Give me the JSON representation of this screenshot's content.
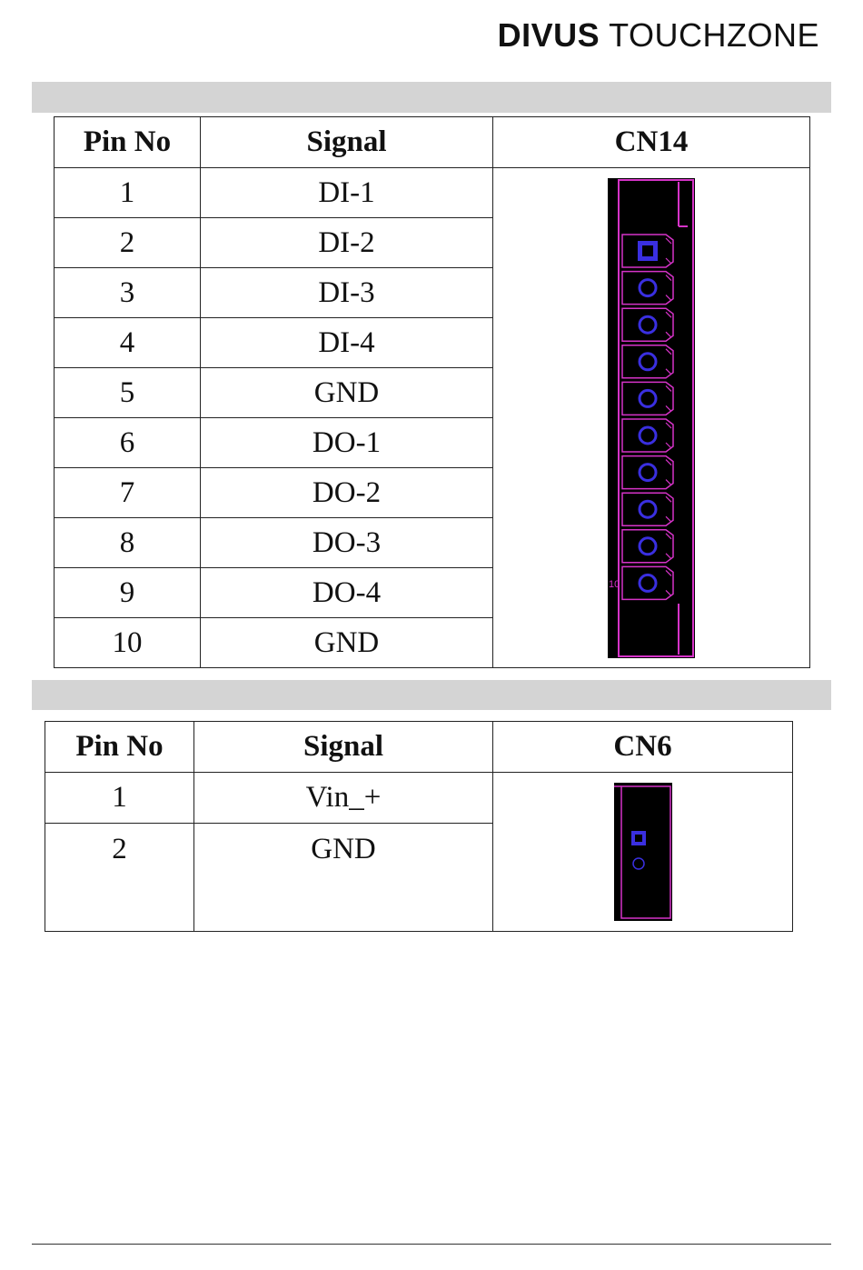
{
  "header": {
    "brand": "DIVUS",
    "product": "TOUCHZONE"
  },
  "tables": [
    {
      "headers": [
        "Pin No",
        "Signal",
        "CN14"
      ],
      "rows": [
        {
          "pin": "1",
          "signal": "DI-1"
        },
        {
          "pin": "2",
          "signal": "DI-2"
        },
        {
          "pin": "3",
          "signal": "DI-3"
        },
        {
          "pin": "4",
          "signal": "DI-4"
        },
        {
          "pin": "5",
          "signal": "GND"
        },
        {
          "pin": "6",
          "signal": "DO-1"
        },
        {
          "pin": "7",
          "signal": "DO-2"
        },
        {
          "pin": "8",
          "signal": "DO-3"
        },
        {
          "pin": "9",
          "signal": "DO-4"
        },
        {
          "pin": "10",
          "signal": "GND"
        }
      ],
      "connector": {
        "pin_label": "10"
      }
    },
    {
      "headers": [
        "Pin No",
        "Signal",
        "CN6"
      ],
      "rows": [
        {
          "pin": "1",
          "signal": "Vin_+"
        },
        {
          "pin": "2",
          "signal": "GND"
        }
      ]
    }
  ],
  "colors": {
    "section_bar": "#d4d4d4",
    "connector_body": "#000000",
    "connector_outline": "#d633c8",
    "pin_marker": "#3a2fe0"
  }
}
